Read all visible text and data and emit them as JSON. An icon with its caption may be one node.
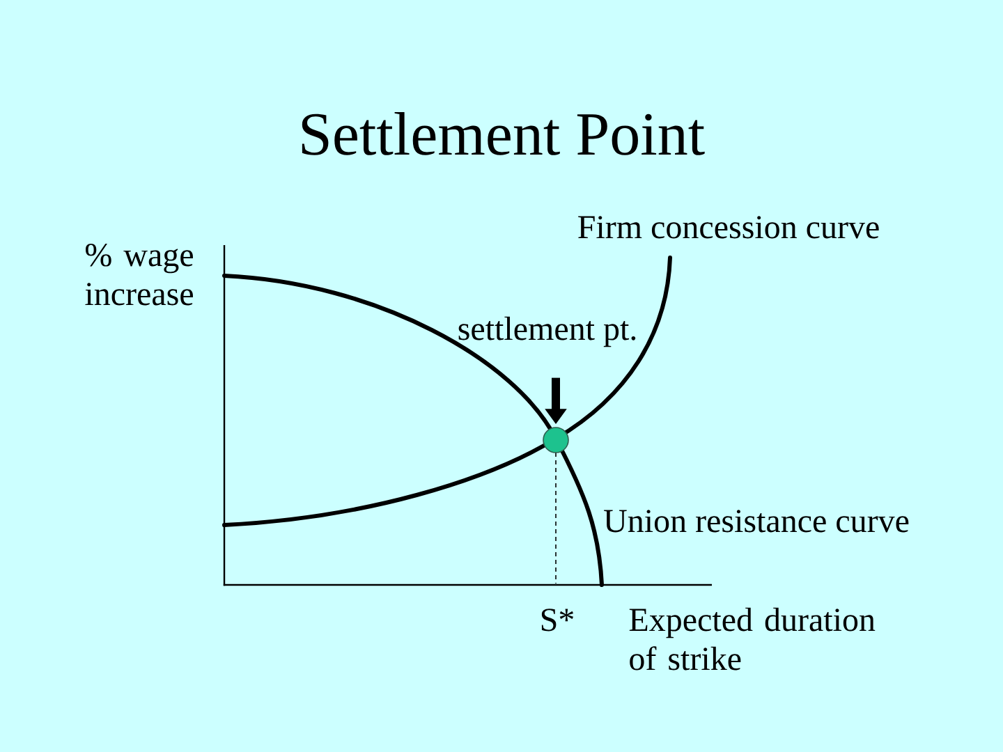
{
  "diagram": {
    "title": "Settlement Point",
    "nodes": [
      {
        "text": [
          "settlement pt."
        ]
      },
      {
        "text": [],
        "shape": "circle"
      }
    ],
    "edges": [
      {
        "from": 0,
        "to": 1,
        "arrow": "to"
      }
    ],
    "labels": [
      "Firm concession curve",
      "% wage increase",
      "Union resistance curve",
      "S*",
      "Expected duration of strike"
    ]
  }
}
